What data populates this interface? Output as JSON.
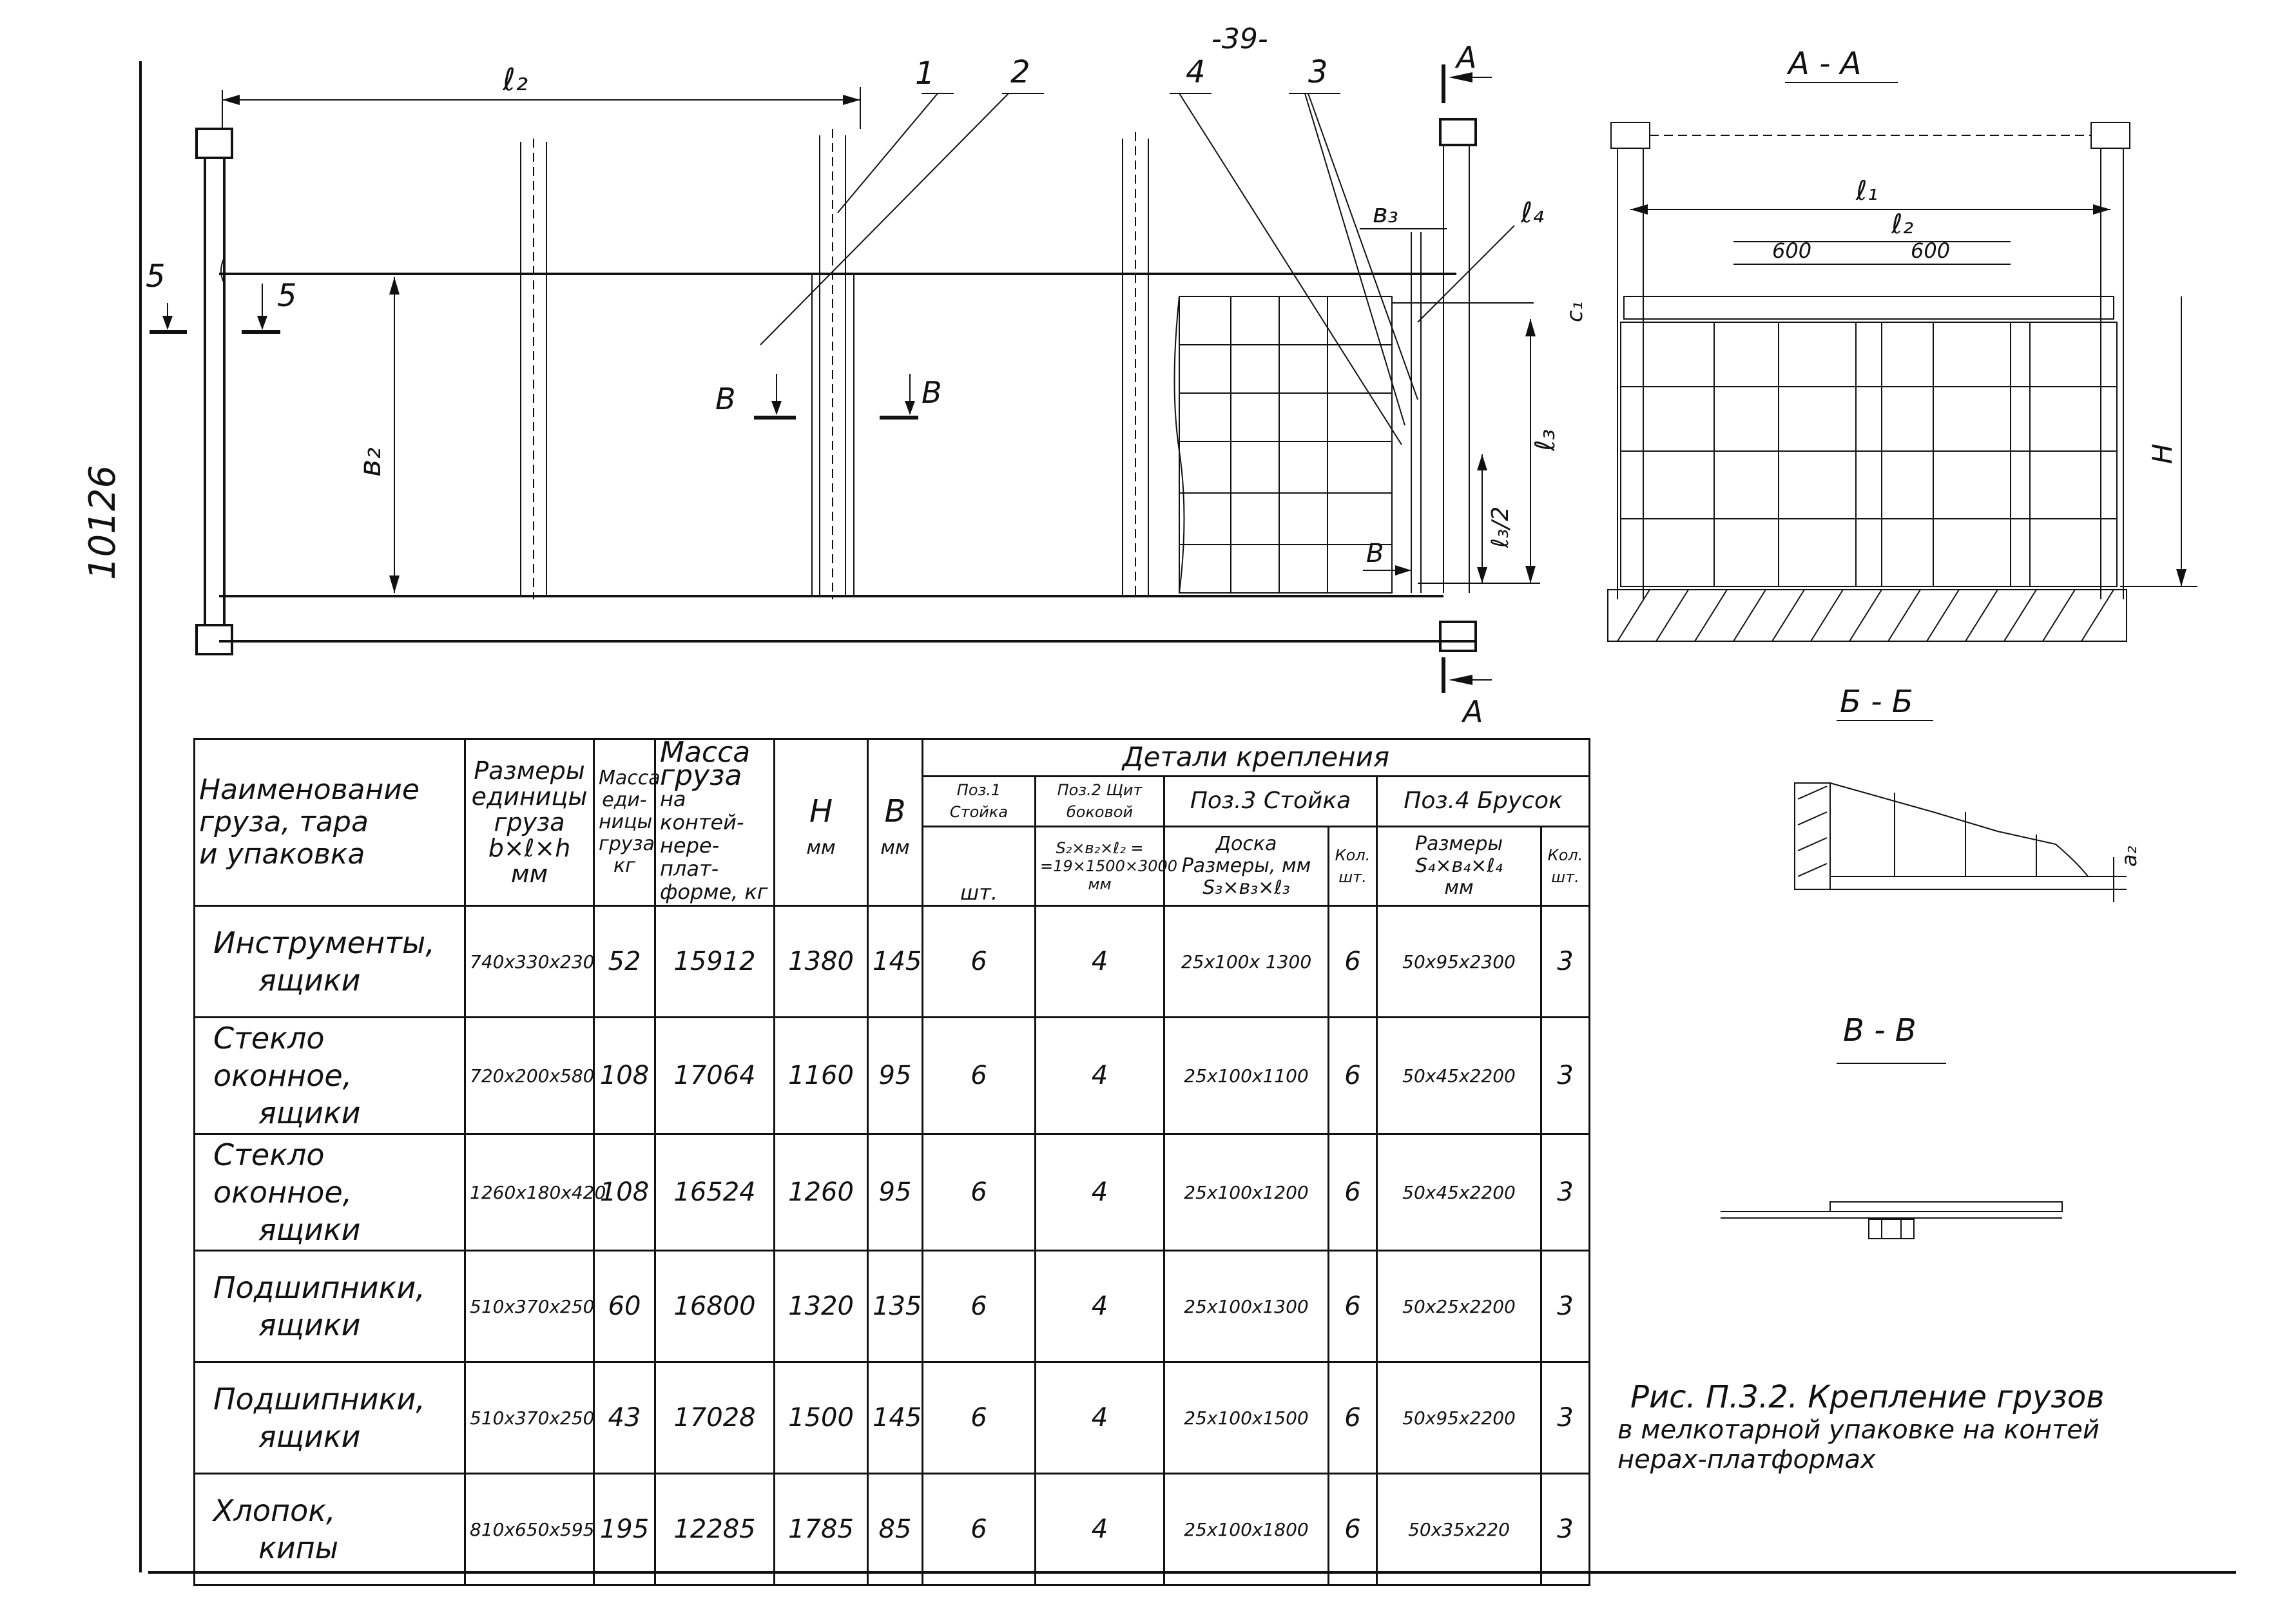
{
  "sheet": {
    "page_number": "-39-",
    "side_code": "10126"
  },
  "plan": {
    "dim_l2": "ℓ₂",
    "dim_b2": "в₂",
    "dim_b3": "в₃",
    "dim_l4": "ℓ₄",
    "dim_l3": "ℓ₃",
    "dim_l3_half": "ℓ₃/2",
    "dim_b": "В",
    "callout_1": "1",
    "callout_2": "2",
    "callout_3": "3",
    "callout_4": "4",
    "section_5": "5",
    "section_b": "В",
    "section_a": "А"
  },
  "section_aa": {
    "title": "А - А",
    "dim_l1": "ℓ₁",
    "dim_l2": "ℓ₂",
    "dim_600_left": "600",
    "dim_600_right": "600",
    "dim_c1": "с₁",
    "dim_h": "Н"
  },
  "section_bb": {
    "title": "Б - Б",
    "dim_a2": "а₂"
  },
  "section_vv": {
    "title": "В - В"
  },
  "table": {
    "headers": {
      "name": [
        "Наименование",
        "груза, тара",
        "и упаковка"
      ],
      "size": [
        "Размеры",
        "единицы",
        "груза",
        "b×ℓ×h",
        "мм"
      ],
      "unit_mass": [
        "Масса",
        "еди-",
        "ницы",
        "груза",
        "кг"
      ],
      "cargo_mass": [
        "Масса",
        "груза",
        "на контей-",
        "нере-плат-",
        "форме, кг"
      ],
      "h": "Н",
      "h_unit": "мм",
      "b": "В",
      "b_unit": "мм",
      "fastening": "Детали крепления",
      "pos1": "Поз.1 Стойка",
      "pos1_unit": "шт.",
      "pos2": "Поз.2 Щит боковой",
      "pos2_sub": [
        "S₂×в₂×ℓ₂ =",
        "=19×1500×3000",
        "мм"
      ],
      "pos3": "Поз.3 Стойка",
      "pos3_board": [
        "Доска",
        "Размеры, мм",
        "S₃×в₃×ℓ₃"
      ],
      "pos3_qty": "Кол. шт.",
      "pos4": "Поз.4 Брусок",
      "pos4_size": [
        "Размеры",
        "S₄×в₄×ℓ₄",
        "мм"
      ],
      "pos4_qty": "Кол. шт."
    },
    "rows": [
      {
        "name": [
          "Инструменты,",
          "ящики"
        ],
        "size": "740х330х230",
        "unit_mass": "52",
        "cargo_mass": "15912",
        "h": "1380",
        "b": "145",
        "pos1": "6",
        "pos2": "4",
        "pos3_size": "25х100х 1300",
        "pos3_qty": "6",
        "pos4_size": "50х95х2300",
        "pos4_qty": "3"
      },
      {
        "name": [
          "Стекло оконное,",
          "ящики"
        ],
        "size": "720х200х580",
        "unit_mass": "108",
        "cargo_mass": "17064",
        "h": "1160",
        "b": "95",
        "pos1": "6",
        "pos2": "4",
        "pos3_size": "25х100х1100",
        "pos3_qty": "6",
        "pos4_size": "50х45х2200",
        "pos4_qty": "3"
      },
      {
        "name": [
          "Стекло оконное,",
          "ящики"
        ],
        "size": "1260х180х420",
        "unit_mass": "108",
        "cargo_mass": "16524",
        "h": "1260",
        "b": "95",
        "pos1": "6",
        "pos2": "4",
        "pos3_size": "25х100х1200",
        "pos3_qty": "6",
        "pos4_size": "50х45х2200",
        "pos4_qty": "3"
      },
      {
        "name": [
          "Подшипники,",
          "ящики"
        ],
        "size": "510х370х250",
        "unit_mass": "60",
        "cargo_mass": "16800",
        "h": "1320",
        "b": "135",
        "pos1": "6",
        "pos2": "4",
        "pos3_size": "25х100х1300",
        "pos3_qty": "6",
        "pos4_size": "50х25х2200",
        "pos4_qty": "3"
      },
      {
        "name": [
          "Подшипники,",
          "ящики"
        ],
        "size": "510х370х250",
        "unit_mass": "43",
        "cargo_mass": "17028",
        "h": "1500",
        "b": "145",
        "pos1": "6",
        "pos2": "4",
        "pos3_size": "25х100х1500",
        "pos3_qty": "6",
        "pos4_size": "50х95х2200",
        "pos4_qty": "3"
      },
      {
        "name": [
          "Хлопок,",
          "кипы"
        ],
        "size": "810х650х595",
        "unit_mass": "195",
        "cargo_mass": "12285",
        "h": "1785",
        "b": "85",
        "pos1": "6",
        "pos2": "4",
        "pos3_size": "25х100х1800",
        "pos3_qty": "6",
        "pos4_size": "50х35х220",
        "pos4_qty": "3"
      }
    ]
  },
  "caption": {
    "line1": "Рис. П.3.2. Крепление грузов",
    "line2": "в мелкотарной упаковке на контей",
    "line3": "нерах-платформах"
  }
}
